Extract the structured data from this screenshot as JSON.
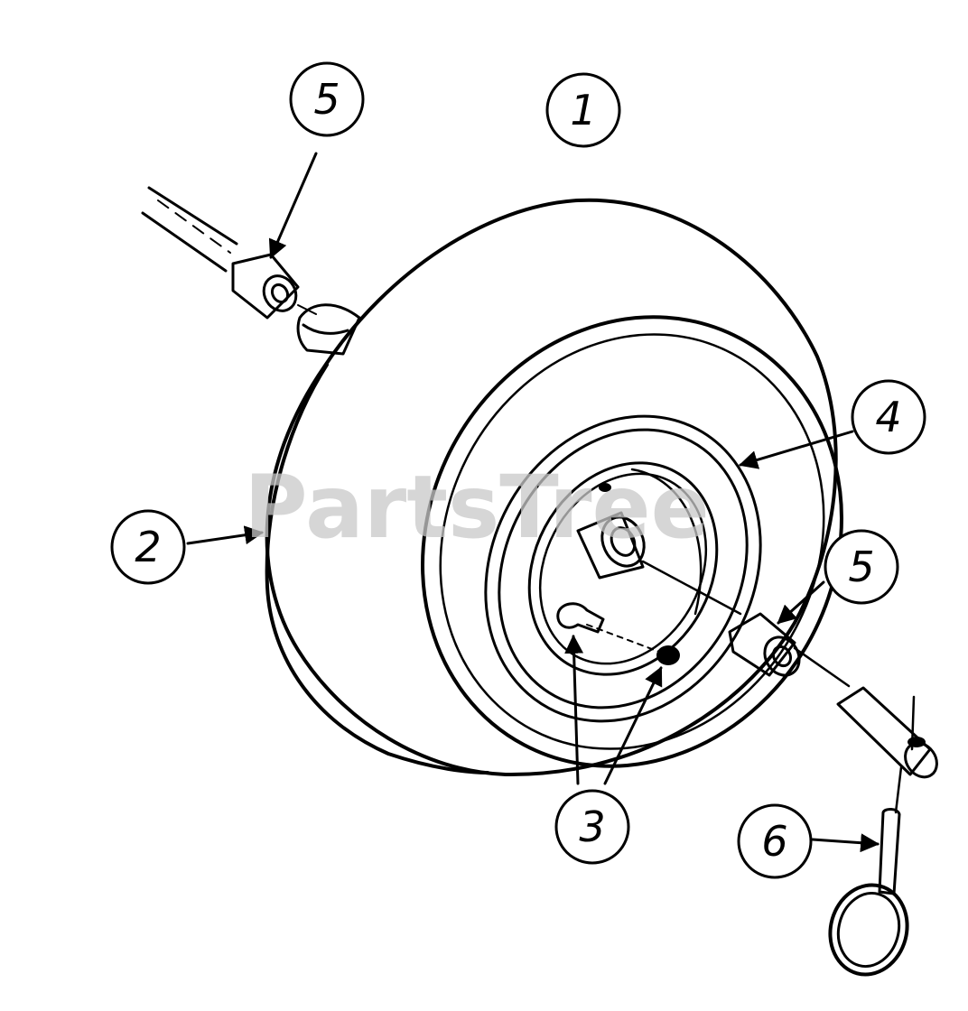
{
  "diagram": {
    "watermark": "PartsTree",
    "callouts": [
      {
        "id": "c5-top",
        "label": "5"
      },
      {
        "id": "c1",
        "label": "1"
      },
      {
        "id": "c4",
        "label": "4"
      },
      {
        "id": "c2",
        "label": "2"
      },
      {
        "id": "c5-right",
        "label": "5"
      },
      {
        "id": "c3",
        "label": "3"
      },
      {
        "id": "c6",
        "label": "6"
      }
    ],
    "colors": {
      "ink": "#000000",
      "background": "#ffffff",
      "watermark": "#c9c9c9"
    }
  }
}
